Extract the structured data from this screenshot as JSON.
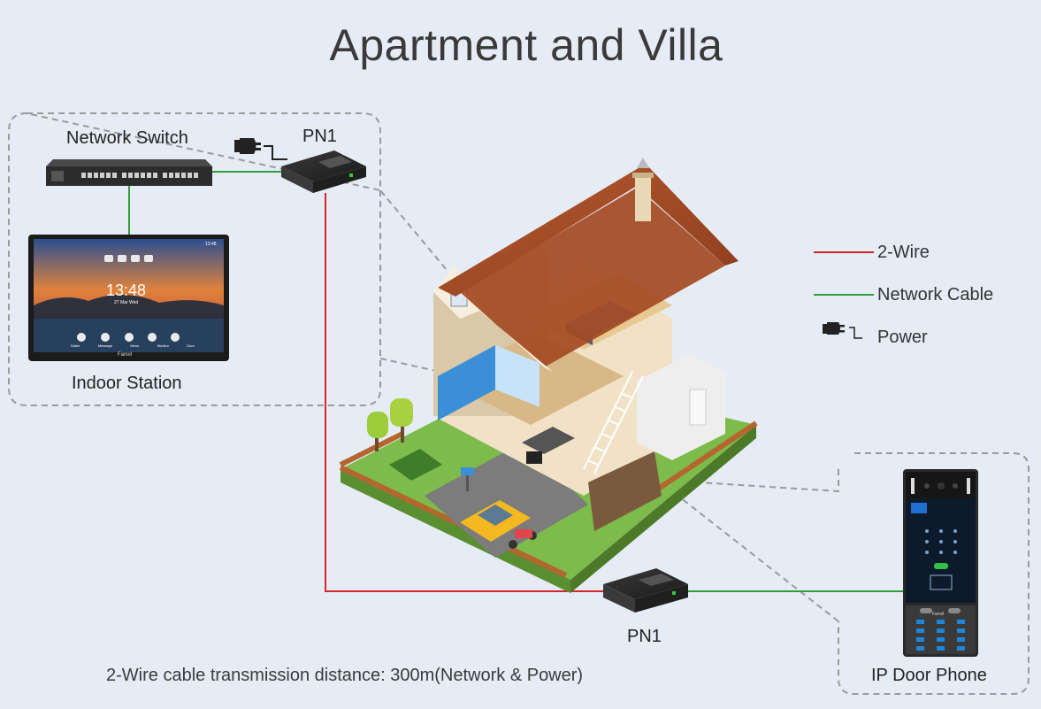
{
  "title": "Apartment and Villa",
  "devices": {
    "network_switch": "Network Switch",
    "pn1_top": "PN1",
    "pn1_bottom": "PN1",
    "indoor_station": "Indoor Station",
    "ip_door_phone": "IP Door Phone"
  },
  "indoor_screen": {
    "time": "13:48",
    "date": "27 Mar Wed",
    "clock_small": "13:48",
    "brand": "Fanvil",
    "apps": [
      "Dialer",
      "Message",
      "Menu",
      "Monitor",
      "Door"
    ]
  },
  "door_phone": {
    "brand": "Fanvil"
  },
  "legend": {
    "two_wire": "2-Wire",
    "network_cable": "Network Cable",
    "power": "Power"
  },
  "footnote": "2-Wire cable transmission distance: 300m(Network & Power)",
  "colors": {
    "two_wire": "#d9262b",
    "network_cable": "#2f9e3a",
    "background": "#e6ecf5",
    "dashed_border": "#9a9a9a"
  }
}
